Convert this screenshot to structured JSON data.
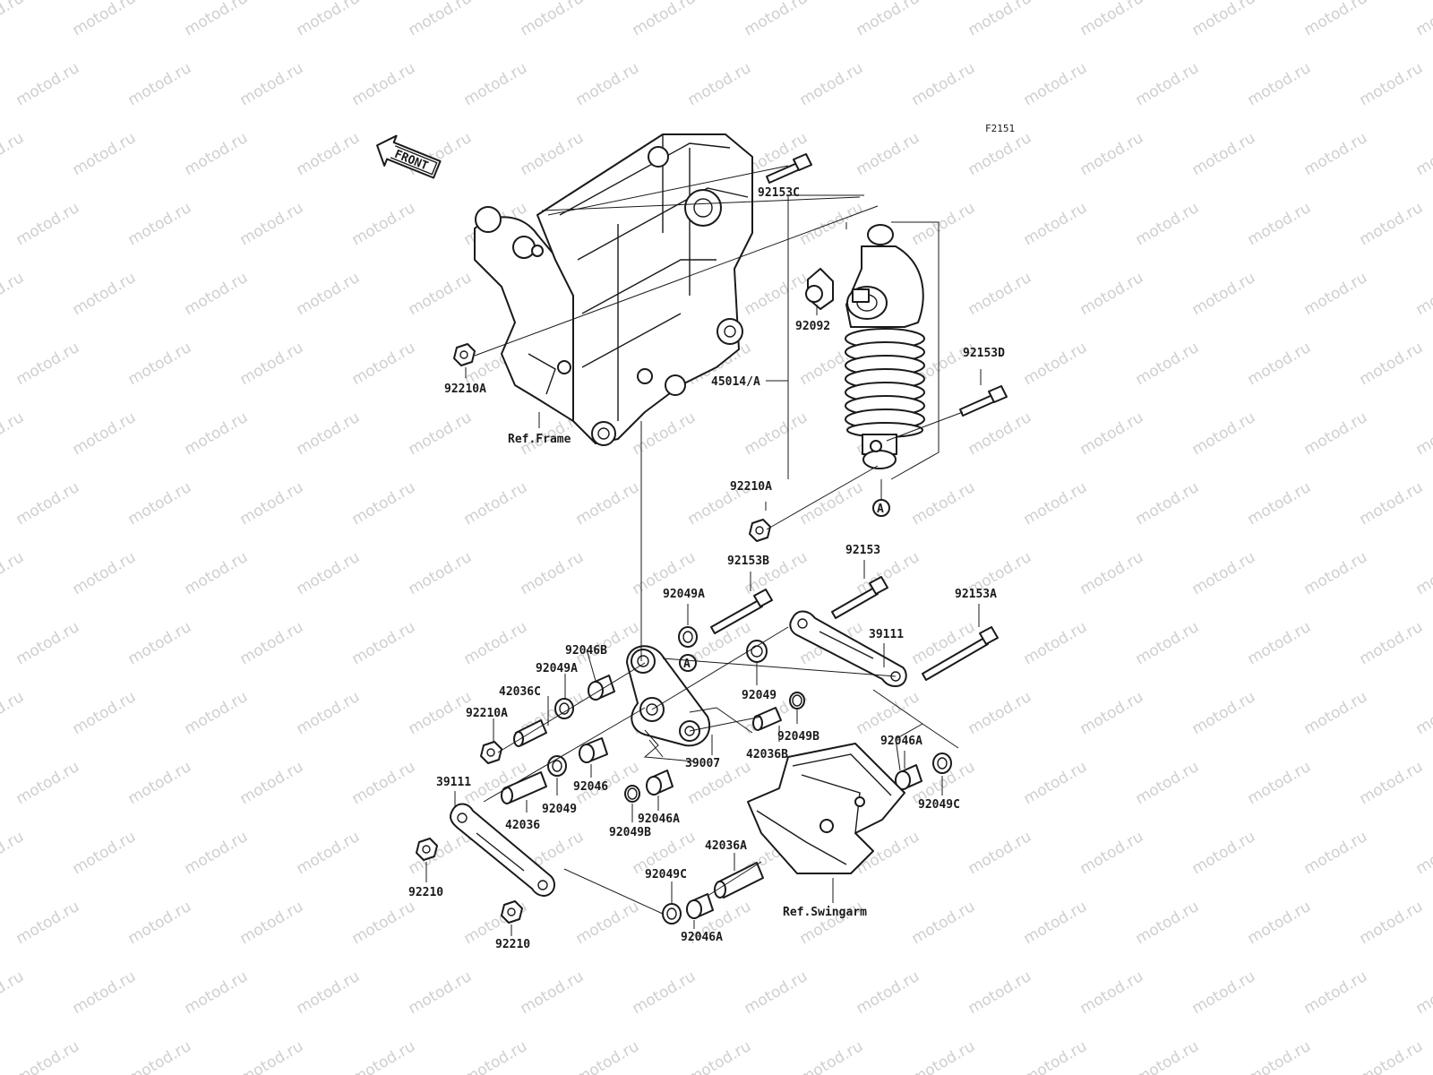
{
  "watermark": "motod.ru",
  "diagram_code": "F2151",
  "front_arrow_label": "FRONT",
  "reference_marker": "A",
  "labels": {
    "p92153C": "92153C",
    "p92092": "92092",
    "p45014A": "45014/A",
    "p92153D": "92153D",
    "p92210A_top": "92210A",
    "ref_frame": "Ref.Frame",
    "p92210A_mid": "92210A",
    "p92153B": "92153B",
    "p92153": "92153",
    "p92153A": "92153A",
    "p92049A_top": "92049A",
    "p39111_right": "39111",
    "p92046B": "92046B",
    "p92049A_left": "92049A",
    "p42036C": "42036C",
    "p92210A_low": "92210A",
    "p92049": "92049",
    "p92049B_right": "92049B",
    "p42036B": "42036B",
    "p39007": "39007",
    "p92046A_right": "92046A",
    "p92049C_right": "92049C",
    "p39111_left": "39111",
    "p92046": "92046",
    "p92049_low": "92049",
    "p42036": "42036",
    "p92046A_mid": "92046A",
    "p92049B_low": "92049B",
    "p42036A": "42036A",
    "p92049C_low": "92049C",
    "p92046A_low": "92046A",
    "ref_swingarm": "Ref.Swingarm",
    "p92210_a": "92210",
    "p92210_b": "92210"
  }
}
